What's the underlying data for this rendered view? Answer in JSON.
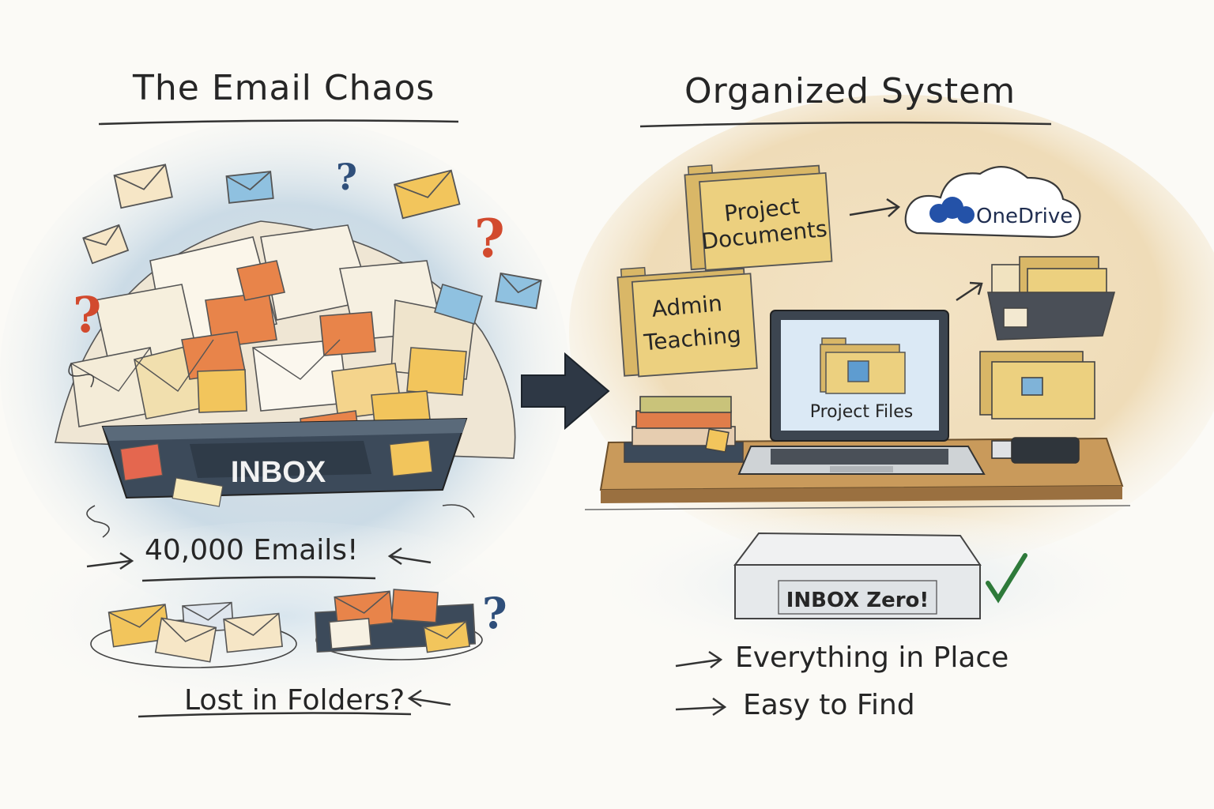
{
  "left_panel": {
    "title": "The Email Chaos",
    "inbox_label": "INBOX",
    "count_caption": "40,000 Emails!",
    "folders_caption": "Lost in Folders?"
  },
  "right_panel": {
    "title": "Organized System",
    "folder_1": [
      "Project",
      "Documents"
    ],
    "folder_2": [
      "Admin",
      "Teaching"
    ],
    "cloud_label": "OneDrive",
    "laptop_label": "Project Files",
    "inbox_zero_label": "INBOX Zero!",
    "bullets": [
      "Everything in Place",
      "Easy to Find"
    ]
  },
  "colors": {
    "ink": "#2b2b2b",
    "tray": "#3c4a5a",
    "folder": "#ecd07f",
    "envelope_orange": "#e8844a",
    "envelope_yellow": "#f2c55c",
    "envelope_blue": "#8fc1e0",
    "question_red": "#d24a2e",
    "question_blue": "#2f4f7a",
    "check_green": "#2e7a3a",
    "desk": "#c99a5b",
    "onedrive_blue": "#2452a8"
  }
}
